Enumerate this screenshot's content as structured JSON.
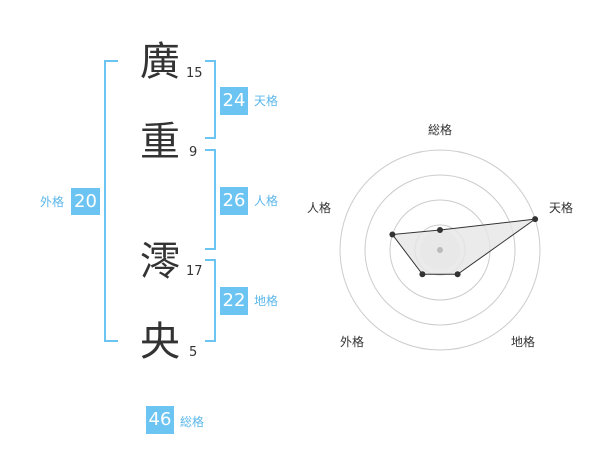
{
  "name": {
    "chars": [
      {
        "char": "廣",
        "strokes": "15"
      },
      {
        "char": "重",
        "strokes": "9"
      },
      {
        "char": "澪",
        "strokes": "17"
      },
      {
        "char": "央",
        "strokes": "5"
      }
    ]
  },
  "fortunes": {
    "tenkaku": {
      "label": "天格",
      "value": "24"
    },
    "jinkaku": {
      "label": "人格",
      "value": "26"
    },
    "chikaku": {
      "label": "地格",
      "value": "22"
    },
    "gaikaku": {
      "label": "外格",
      "value": "20"
    },
    "soukaku": {
      "label": "総格",
      "value": "46"
    }
  },
  "chart_data": {
    "type": "radar",
    "axes": [
      "総格",
      "天格",
      "地格",
      "外格",
      "人格"
    ],
    "values": [
      0.2,
      1.0,
      0.3,
      0.3,
      0.5
    ],
    "rings": 4,
    "colors": {
      "ring": "#cccccc",
      "fill": "#e6e6e6",
      "line": "#333333",
      "point": "#333333",
      "center": "#bbbbbb"
    }
  },
  "colors": {
    "bracket": "#6cc4f2",
    "badge": "#6cc4f2"
  }
}
